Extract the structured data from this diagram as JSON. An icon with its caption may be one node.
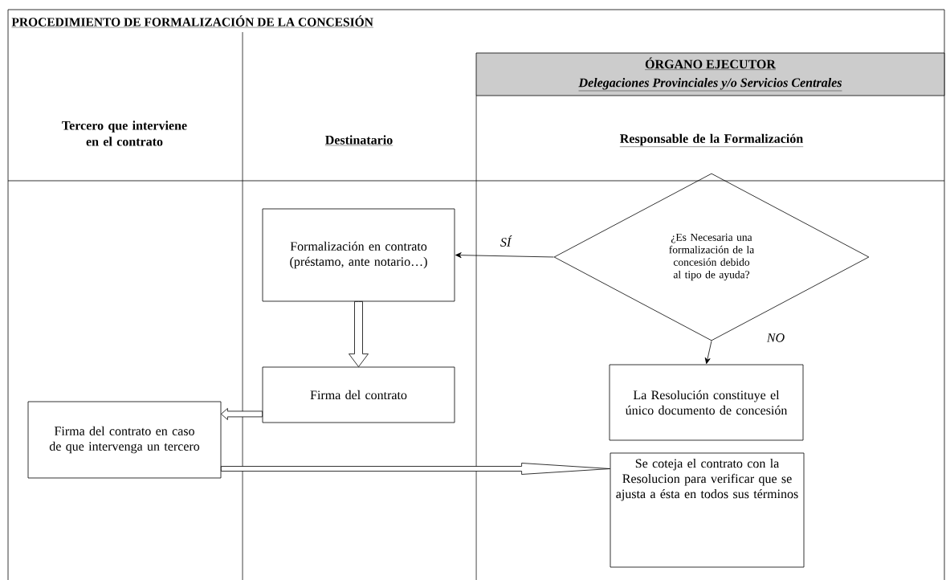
{
  "diagram": {
    "title": "PROCEDIMIENTO DE FORMALIZACIÓN DE LA CONCESIÓN",
    "nodes": [
      {
        "text": [
          "ÓRGANO EJECUTOR",
          "Delegaciones Provinciales y/o Servicios Centrales"
        ]
      },
      {
        "text": [
          "Formalización en contrato (préstamo, ante notario…)"
        ]
      },
      {
        "text": [
          "¿Es Necesaria una formalización de la concesión debido al tipo de ayuda?"
        ]
      },
      {
        "text": [
          "Firma del contrato"
        ]
      },
      {
        "text": [
          "Firma del contrato en caso de que intervenga un tercero"
        ]
      },
      {
        "text": [
          "La Resolución constituye el único documento de concesión"
        ]
      },
      {
        "text": [
          "Se coteja el contrato con la Resolucion para verificar que se ajusta a ésta en todos sus términos"
        ]
      }
    ],
    "edges": [
      {
        "from": 2,
        "to": 1,
        "arrow": "to",
        "label": "SÍ"
      },
      {
        "from": 2,
        "to": 5,
        "arrow": "to",
        "label": "NO"
      },
      {
        "from": 1,
        "to": 3,
        "arrow": "to"
      },
      {
        "from": 3,
        "to": 4,
        "arrow": "to"
      },
      {
        "from": 4,
        "to": 6,
        "arrow": "to"
      }
    ],
    "labels": [
      "Tercero que interviene en el contrato",
      "Destinatario",
      "Responsable de la Formalización"
    ]
  }
}
